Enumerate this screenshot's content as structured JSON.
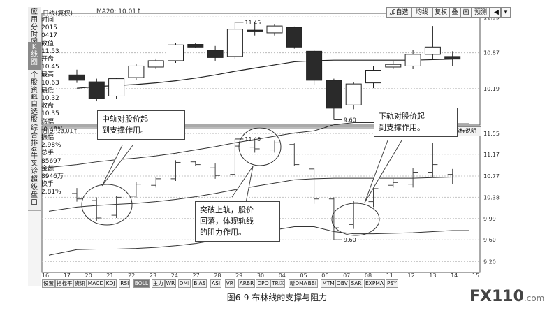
{
  "chart_data": {
    "type": "candlestick",
    "mode_label": "日线(复权)",
    "ma_label": "MA20: 10.01↑",
    "lower_label": "MID: 10.01↑",
    "indicator_btn": "指标说明",
    "x_ticks": [
      "16",
      "17",
      "20",
      "21",
      "22",
      "23",
      "24",
      "27",
      "28",
      "29",
      "30",
      "04",
      "05",
      "06",
      "07",
      "08",
      "11",
      "12",
      "13",
      "14",
      "15"
    ],
    "upper_y_ticks": [
      "11.55",
      "10.87",
      "10.19"
    ],
    "lower_y_ticks": [
      "11.55",
      "11.17",
      "10.77",
      "10.38",
      "9.99",
      "9.60",
      "9.20"
    ],
    "upper_annot_high": "11.45",
    "upper_annot_low": "9.60",
    "lower_annot_high": "11.45",
    "lower_annot_low": "9.60",
    "candles": [
      {
        "o": 10.45,
        "c": 10.35,
        "h": 10.55,
        "l": 10.3
      },
      {
        "o": 10.32,
        "c": 10.0,
        "h": 10.38,
        "l": 9.95
      },
      {
        "o": 10.05,
        "c": 10.38,
        "h": 10.4,
        "l": 10.0
      },
      {
        "o": 10.4,
        "c": 10.62,
        "h": 10.66,
        "l": 10.36
      },
      {
        "o": 10.6,
        "c": 10.72,
        "h": 10.76,
        "l": 10.56
      },
      {
        "o": 10.72,
        "c": 11.02,
        "h": 11.06,
        "l": 10.68
      },
      {
        "o": 11.03,
        "c": 10.98,
        "h": 11.05,
        "l": 10.96
      },
      {
        "o": 10.92,
        "c": 10.78,
        "h": 11.0,
        "l": 10.72
      },
      {
        "o": 10.8,
        "c": 11.32,
        "h": 11.45,
        "l": 10.75
      },
      {
        "o": 11.3,
        "c": 11.27,
        "h": 11.45,
        "l": 11.2
      },
      {
        "o": 11.25,
        "c": 11.38,
        "h": 11.42,
        "l": 11.2
      },
      {
        "o": 11.35,
        "c": 10.98,
        "h": 11.37,
        "l": 10.95
      },
      {
        "o": 10.9,
        "c": 10.35,
        "h": 10.92,
        "l": 10.26
      },
      {
        "o": 10.35,
        "c": 9.82,
        "h": 10.38,
        "l": 9.6
      },
      {
        "o": 9.88,
        "c": 10.28,
        "h": 10.32,
        "l": 9.8
      },
      {
        "o": 10.3,
        "c": 10.54,
        "h": 10.62,
        "l": 10.2
      },
      {
        "o": 10.6,
        "c": 10.65,
        "h": 10.72,
        "l": 10.56
      },
      {
        "o": 10.62,
        "c": 10.84,
        "h": 10.92,
        "l": 10.56
      },
      {
        "o": 10.84,
        "c": 10.98,
        "h": 11.38,
        "l": 10.74
      },
      {
        "o": 10.8,
        "c": 10.75,
        "h": 10.9,
        "l": 10.62
      }
    ],
    "ma20": [
      10.2,
      10.23,
      10.25,
      10.27,
      10.3,
      10.34,
      10.39,
      10.45,
      10.52,
      10.58,
      10.64,
      10.7,
      10.72,
      10.73,
      10.73,
      10.73,
      10.73,
      10.73,
      10.74,
      10.75
    ]
  },
  "side_tabs": [
    "应用",
    "分时图",
    "K线图",
    "个股资料",
    "自选股",
    "综合排名",
    "牛叉诊股",
    "超级盘口"
  ],
  "info_panel": [
    "时间",
    "2015",
    "0417",
    "数值",
    "11.53",
    "开盘",
    "10.45",
    "最高",
    "10.63",
    "最低",
    "10.32",
    "收盘",
    "10.35",
    "涨幅",
    "-0.48%",
    "振幅",
    "2.98%",
    "总手",
    "85697",
    "金额",
    "8946万",
    "换手",
    "2.81%"
  ],
  "toolbar": [
    "加自选",
    "均线",
    "复权",
    "叠",
    "画",
    "预测",
    "|◀",
    "▾"
  ],
  "bottom_tabs": [
    "设置",
    "指标平台",
    "资讯",
    "MACD",
    "KDJ",
    "RSI",
    "BOLL",
    "主力",
    "WR",
    "DMI",
    "BIAS",
    "ASI",
    "VR",
    "ARBR",
    "DPO",
    "TRIX",
    "新DMA",
    "BBI",
    "MTM",
    "OBV",
    "SAR",
    "EXPMA",
    "PSY"
  ],
  "callouts": {
    "mid": [
      "中轨对股价起",
      "到支撑作用。"
    ],
    "lower": [
      "下轨对股价起",
      "到支撑作用。"
    ],
    "upper": [
      "突破上轨，股价",
      "回落，体现轨线",
      "的阻力作用。"
    ]
  },
  "caption": "图6-9  布林线的支撑与阻力",
  "watermark": "FX110",
  "watermark_suffix": ".com"
}
